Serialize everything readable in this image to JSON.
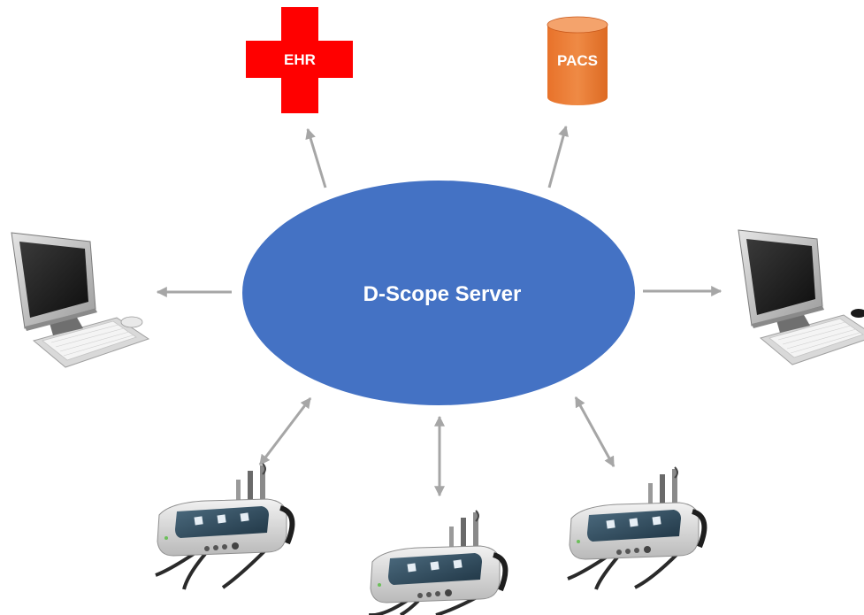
{
  "diagram": {
    "server": {
      "label": "D-Scope Server",
      "color": "#4472c4"
    },
    "ehr": {
      "label": "EHR",
      "color": "#ff0000"
    },
    "pacs": {
      "label": "PACS",
      "color": "#ed7d31"
    },
    "workstations": [
      {
        "icon": "desktop-computer-icon"
      },
      {
        "icon": "desktop-computer-icon"
      }
    ],
    "devices": [
      {
        "icon": "medical-device-icon"
      },
      {
        "icon": "medical-device-icon"
      },
      {
        "icon": "medical-device-icon"
      }
    ],
    "arrow_color": "#a6a6a6"
  }
}
